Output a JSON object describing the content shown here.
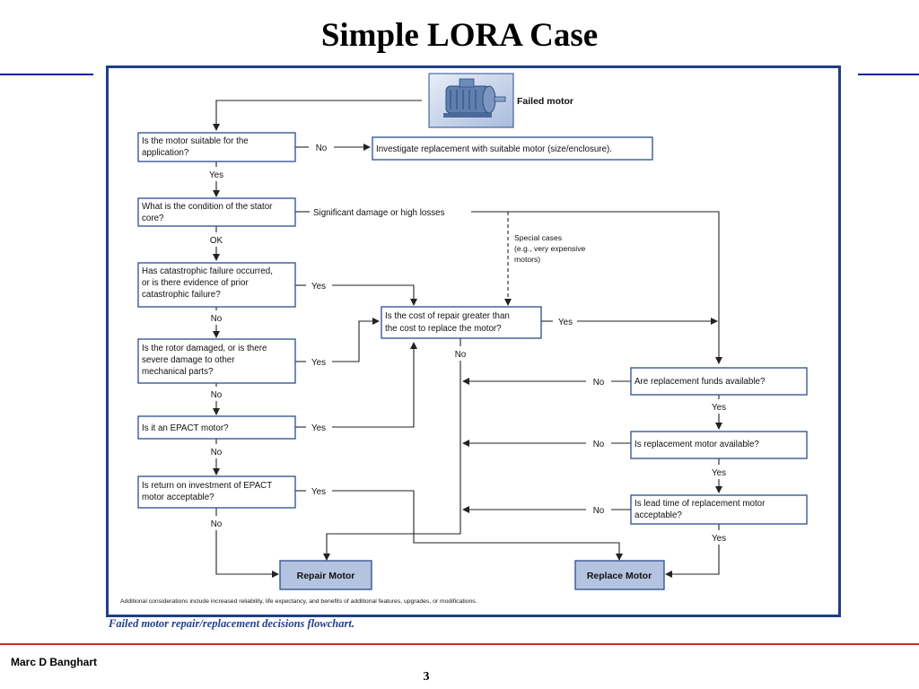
{
  "slide": {
    "title": "Simple LORA Case",
    "caption": "Failed motor repair/replacement decisions flowchart.",
    "author": "Marc D Banghart",
    "page_number": "3"
  },
  "flowchart": {
    "start_label": "Failed motor",
    "q_suitable": [
      "Is the motor suitable for the",
      "application?"
    ],
    "investigate": "Investigate replacement with suitable motor (size/enclosure).",
    "q_stator": [
      "What is the condition of the stator",
      "core?"
    ],
    "q_catastrophic": [
      "Has catastrophic failure occurred,",
      "or is there evidence of prior",
      "catastrophic failure?"
    ],
    "q_rotor": [
      "Is the rotor damaged, or is there",
      "severe damage to other",
      "mechanical parts?"
    ],
    "q_epact": "Is it an EPACT motor?",
    "q_roi": [
      "Is return on investment of EPACT",
      "motor acceptable?"
    ],
    "q_cost": [
      "Is the cost of repair greater than",
      "the cost to replace the motor?"
    ],
    "q_funds": "Are replacement funds available?",
    "q_available": "Is replacement motor available?",
    "q_leadtime": [
      "Is lead time of replacement motor",
      "acceptable?"
    ],
    "repair_motor": "Repair Motor",
    "replace_motor": "Replace Motor",
    "significant_damage": "Significant damage or high losses",
    "special_cases": [
      "Special cases",
      "(e.g., very expensive",
      "motors)"
    ],
    "ok": "OK",
    "yes": "Yes",
    "no": "No",
    "footnote": "Additional considerations include increased reliability, life expectancy, and benefits of additional features, upgrades, or modifications."
  },
  "colors": {
    "title_rule": "#1a1aa8",
    "frame": "#1f3f85",
    "box_border": "#2a4d8f",
    "terminal_fill": "#b4c3e0",
    "caption": "#22408a",
    "footer_rule": "#d42a2a"
  },
  "icons": {
    "motor": "electric-motor-icon"
  }
}
